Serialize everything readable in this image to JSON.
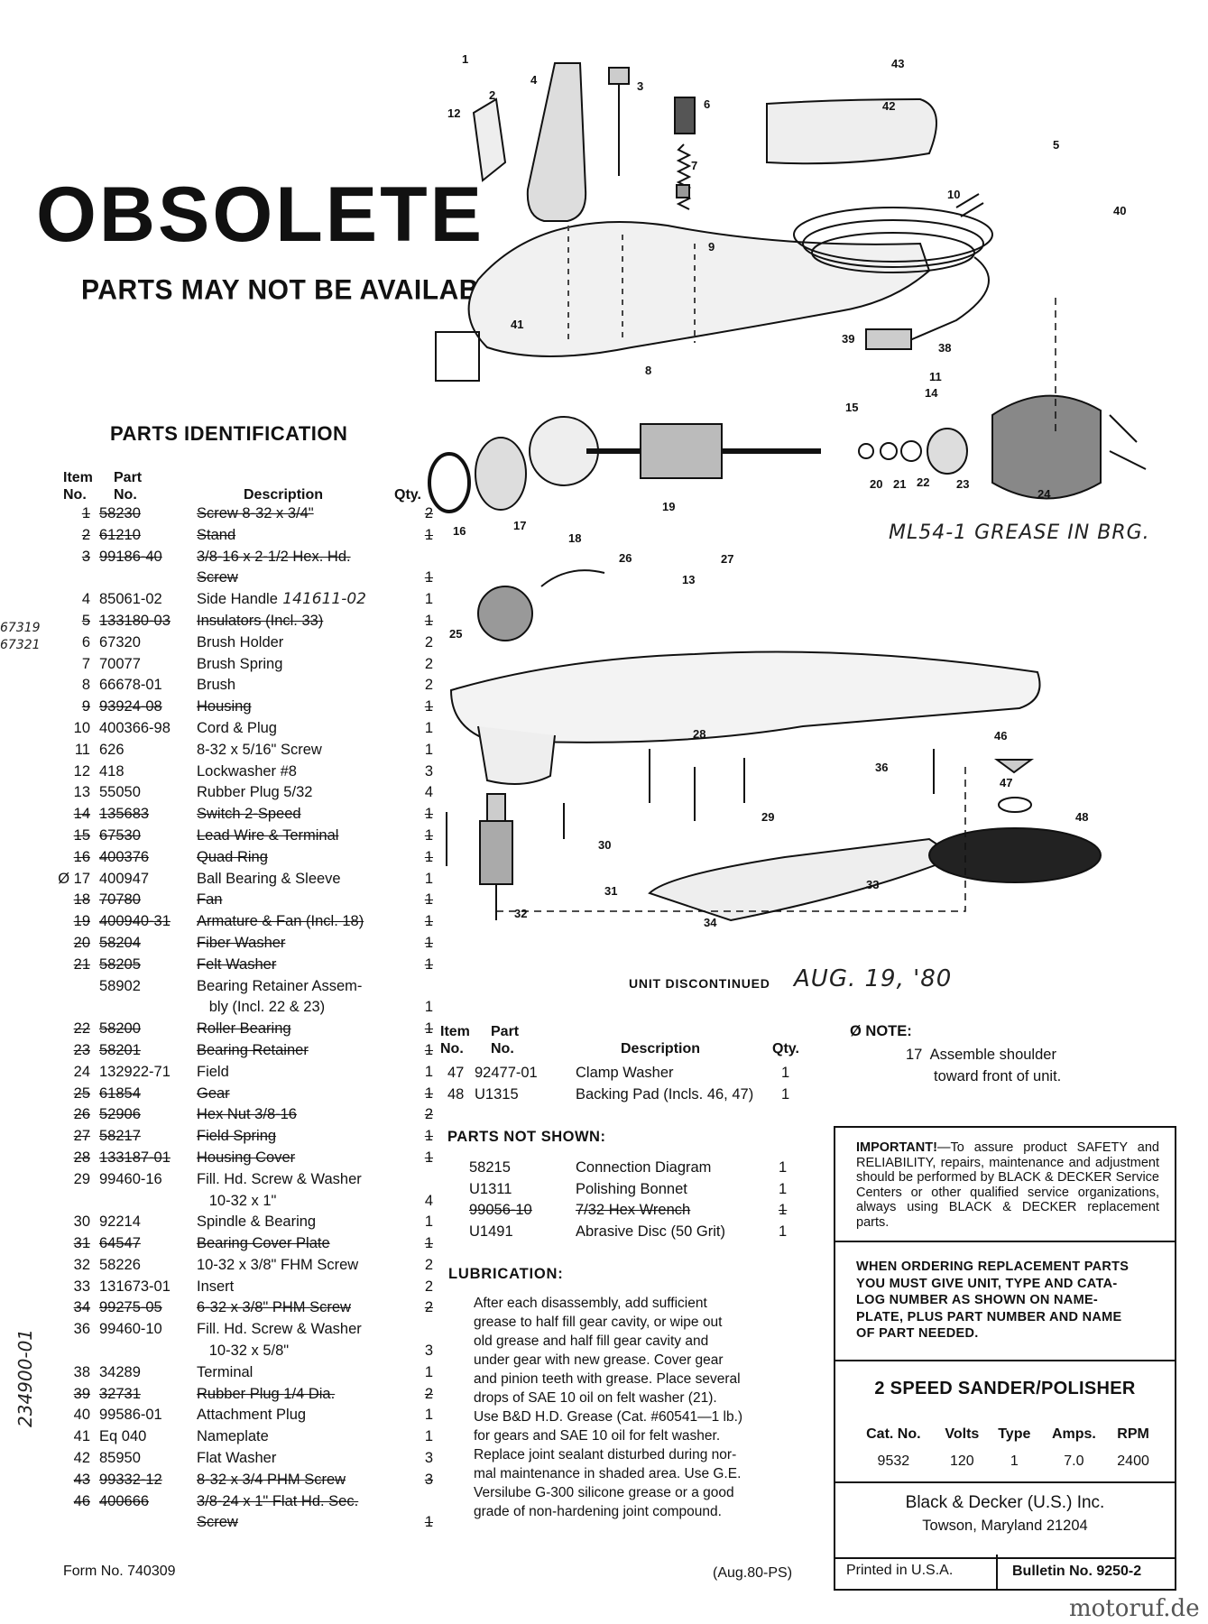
{
  "header": {
    "obsolete": "OBSOLETE",
    "not_available": "PARTS MAY NOT BE AVAILABLE"
  },
  "parts_identification": {
    "title": "PARTS IDENTIFICATION",
    "headers": {
      "item": "Item No.",
      "part": "Part No.",
      "description": "Description",
      "qty": "Qty."
    },
    "rows": [
      {
        "item": "1",
        "part": "58230",
        "desc": "Screw 8-32 x 3/4\"",
        "qty": "2",
        "struck": true
      },
      {
        "item": "2",
        "part": "61210",
        "desc": "Stand",
        "qty": "1",
        "struck": true
      },
      {
        "item": "3",
        "part": "99186-40",
        "desc": "3/8-16 x 2-1/2 Hex. Hd.",
        "qty": "",
        "struck": true
      },
      {
        "item": "",
        "part": "",
        "desc": "Screw",
        "qty": "1",
        "struck": true
      },
      {
        "item": "4",
        "part": "85061-02",
        "desc": "Side Handle",
        "qty": "1",
        "struck": false,
        "note": "141611-02"
      },
      {
        "item": "5",
        "part": "133180-03",
        "desc": "Insulators (Incl. 33)",
        "qty": "1",
        "struck": true
      },
      {
        "item": "6",
        "part": "67320",
        "desc": "Brush Holder",
        "qty": "2",
        "struck": false
      },
      {
        "item": "7",
        "part": "70077",
        "desc": "Brush Spring",
        "qty": "2",
        "struck": false
      },
      {
        "item": "8",
        "part": "66678-01",
        "desc": "Brush",
        "qty": "2",
        "struck": false
      },
      {
        "item": "9",
        "part": "93924-08",
        "desc": "Housing",
        "qty": "1",
        "struck": true
      },
      {
        "item": "10",
        "part": "400366-98",
        "desc": "Cord & Plug",
        "qty": "1",
        "struck": false
      },
      {
        "item": "11",
        "part": "626",
        "desc": "8-32 x 5/16\" Screw",
        "qty": "1",
        "struck": false
      },
      {
        "item": "12",
        "part": "418",
        "desc": "Lockwasher #8",
        "qty": "3",
        "struck": false
      },
      {
        "item": "13",
        "part": "55050",
        "desc": "Rubber Plug 5/32",
        "qty": "4",
        "struck": false
      },
      {
        "item": "14",
        "part": "135683",
        "desc": "Switch 2-Speed",
        "qty": "1",
        "struck": true
      },
      {
        "item": "15",
        "part": "67530",
        "desc": "Lead Wire & Terminal",
        "qty": "1",
        "struck": true
      },
      {
        "item": "16",
        "part": "400376",
        "desc": "Quad Ring",
        "qty": "1",
        "struck": true
      },
      {
        "item": "Ø 17",
        "part": "400947",
        "desc": "Ball Bearing & Sleeve",
        "qty": "1",
        "struck": false
      },
      {
        "item": "18",
        "part": "70780",
        "desc": "Fan",
        "qty": "1",
        "struck": true
      },
      {
        "item": "19",
        "part": "400940-31",
        "desc": "Armature & Fan (Incl. 18)",
        "qty": "1",
        "struck": true
      },
      {
        "item": "20",
        "part": "58204",
        "desc": "Fiber Washer",
        "qty": "1",
        "struck": true
      },
      {
        "item": "21",
        "part": "58205",
        "desc": "Felt Washer",
        "qty": "1",
        "struck": true
      },
      {
        "item": "",
        "part": "58902",
        "desc": "Bearing Retainer Assem-",
        "qty": "",
        "struck": false
      },
      {
        "item": "",
        "part": "",
        "desc": "   bly (Incl. 22 & 23)",
        "qty": "1",
        "struck": false
      },
      {
        "item": "22",
        "part": "58200",
        "desc": "Roller Bearing",
        "qty": "1",
        "struck": true
      },
      {
        "item": "23",
        "part": "58201",
        "desc": "Bearing Retainer",
        "qty": "1",
        "struck": true
      },
      {
        "item": "24",
        "part": "132922-71",
        "desc": "Field",
        "qty": "1",
        "struck": false
      },
      {
        "item": "25",
        "part": "61854",
        "desc": "Gear",
        "qty": "1",
        "struck": true
      },
      {
        "item": "26",
        "part": "52906",
        "desc": "Hex Nut 3/8-16",
        "qty": "2",
        "struck": true
      },
      {
        "item": "27",
        "part": "58217",
        "desc": "Field Spring",
        "qty": "1",
        "struck": true
      },
      {
        "item": "28",
        "part": "133187-01",
        "desc": "Housing Cover",
        "qty": "1",
        "struck": true
      },
      {
        "item": "29",
        "part": "99460-16",
        "desc": "Fill. Hd. Screw & Washer",
        "qty": "",
        "struck": false
      },
      {
        "item": "",
        "part": "",
        "desc": "   10-32 x 1\"",
        "qty": "4",
        "struck": false
      },
      {
        "item": "30",
        "part": "92214",
        "desc": "Spindle & Bearing",
        "qty": "1",
        "struck": false
      },
      {
        "item": "31",
        "part": "64547",
        "desc": "Bearing Cover Plate",
        "qty": "1",
        "struck": true
      },
      {
        "item": "32",
        "part": "58226",
        "desc": "10-32 x 3/8\" FHM Screw",
        "qty": "2",
        "struck": false
      },
      {
        "item": "33",
        "part": "131673-01",
        "desc": "Insert",
        "qty": "2",
        "struck": false
      },
      {
        "item": "34",
        "part": "99275-05",
        "desc": "6-32 x 3/8\" PHM Screw",
        "qty": "2",
        "struck": true
      },
      {
        "item": "36",
        "part": "99460-10",
        "desc": "Fill. Hd. Screw & Washer",
        "qty": "",
        "struck": false
      },
      {
        "item": "",
        "part": "",
        "desc": "   10-32 x 5/8\"",
        "qty": "3",
        "struck": false
      },
      {
        "item": "38",
        "part": "34289",
        "desc": "Terminal",
        "qty": "1",
        "struck": false
      },
      {
        "item": "39",
        "part": "32731",
        "desc": "Rubber Plug 1/4 Dia.",
        "qty": "2",
        "struck": true
      },
      {
        "item": "40",
        "part": "99586-01",
        "desc": "Attachment Plug",
        "qty": "1",
        "struck": false
      },
      {
        "item": "41",
        "part": "Eq 040",
        "desc": "Nameplate",
        "qty": "1",
        "struck": false
      },
      {
        "item": "42",
        "part": "85950",
        "desc": "Flat Washer",
        "qty": "3",
        "struck": false
      },
      {
        "item": "43",
        "part": "99332-12",
        "desc": "8-32 x 3/4 PHM Screw",
        "qty": "3",
        "struck": true
      },
      {
        "item": "46",
        "part": "400666",
        "desc": "3/8-24 x 1\" Flat Hd. Sec.",
        "qty": "",
        "struck": true
      },
      {
        "item": "",
        "part": "",
        "desc": "Screw",
        "qty": "1",
        "struck": true
      }
    ]
  },
  "handwritten": {
    "grease_note": "ML54-1 GREASE IN BRG.",
    "discontinued_date": "AUG. 19, '80",
    "side_margin_1": "67319",
    "side_margin_2": "67321",
    "vertical_margin": "234900-01"
  },
  "unit_discontinued": "UNIT DISCONTINUED",
  "extra_parts": {
    "headers": {
      "item": "Item No.",
      "part": "Part No.",
      "description": "Description",
      "qty": "Qty."
    },
    "rows": [
      {
        "item": "47",
        "part": "92477-01",
        "desc": "Clamp Washer",
        "qty": "1"
      },
      {
        "item": "48",
        "part": "U1315",
        "desc": "Backing Pad (Incls. 46, 47)",
        "qty": "1"
      }
    ]
  },
  "note": {
    "title": "Ø NOTE:",
    "line1": "17  Assemble shoulder",
    "line2": "toward front of unit."
  },
  "parts_not_shown": {
    "title": "PARTS NOT SHOWN:",
    "rows": [
      {
        "part": "58215",
        "desc": "Connection Diagram",
        "qty": "1",
        "struck": false
      },
      {
        "part": "U1311",
        "desc": "Polishing Bonnet",
        "qty": "1",
        "struck": false
      },
      {
        "part": "99056-10",
        "desc": "7/32 Hex Wrench",
        "qty": "1",
        "struck": true
      },
      {
        "part": "U1491",
        "desc": "Abrasive Disc (50 Grit)",
        "qty": "1",
        "struck": false
      }
    ]
  },
  "lubrication": {
    "title": "LUBRICATION:",
    "lines": [
      "After each disassembly, add sufficient",
      "grease to half fill gear cavity, or wipe out",
      "old grease and half fill gear cavity and",
      "under gear with new grease. Cover gear",
      "and pinion teeth with grease. Place several",
      "drops of SAE 10 oil on felt washer (21).",
      "Use B&D H.D. Grease (Cat. #60541—1 lb.)",
      "for gears and SAE 10 oil for felt washer.",
      "Replace joint sealant disturbed during nor-",
      "mal maintenance in shaded area. Use G.E.",
      "Versilube G-300 silicone grease or a good",
      "grade of non-hardening joint compound."
    ]
  },
  "important": {
    "lead": "IMPORTANT!",
    "text": "—To assure product SAFETY and RELIABILITY, repairs, maintenance and adjustment should be performed by BLACK & DECKER Service Centers or other qualified service organizations, always using BLACK & DECKER replacement parts."
  },
  "ordering": {
    "lines": [
      "WHEN ORDERING REPLACEMENT PARTS",
      "YOU MUST GIVE UNIT, TYPE AND CATA-",
      "LOG NUMBER AS SHOWN ON NAME-",
      "PLATE, PLUS PART NUMBER AND NAME",
      "OF PART NEEDED."
    ]
  },
  "product": {
    "title": "2 SPEED SANDER/POLISHER",
    "headers": [
      "Cat. No.",
      "Volts",
      "Type",
      "Amps.",
      "RPM"
    ],
    "values": [
      "9532",
      "120",
      "1",
      "7.0",
      "2400"
    ],
    "company": "Black & Decker (U.S.) Inc.",
    "location": "Towson, Maryland 21204"
  },
  "footer": {
    "form_no": "Form No. 740309",
    "date_code": "(Aug.80-PS)",
    "printed": "Printed in U.S.A.",
    "bulletin": "Bulletin No. 9250-2",
    "watermark": "motoruf.de"
  },
  "diagram_labels": [
    "1",
    "2",
    "3",
    "4",
    "5",
    "6",
    "7",
    "8",
    "9",
    "10",
    "11",
    "12",
    "13",
    "14",
    "15",
    "16",
    "17",
    "18",
    "19",
    "20",
    "21",
    "22",
    "23",
    "24",
    "25",
    "26",
    "27",
    "28",
    "29",
    "30",
    "31",
    "32",
    "33",
    "34",
    "36",
    "38",
    "39",
    "40",
    "41",
    "42",
    "43",
    "46",
    "47",
    "48"
  ]
}
